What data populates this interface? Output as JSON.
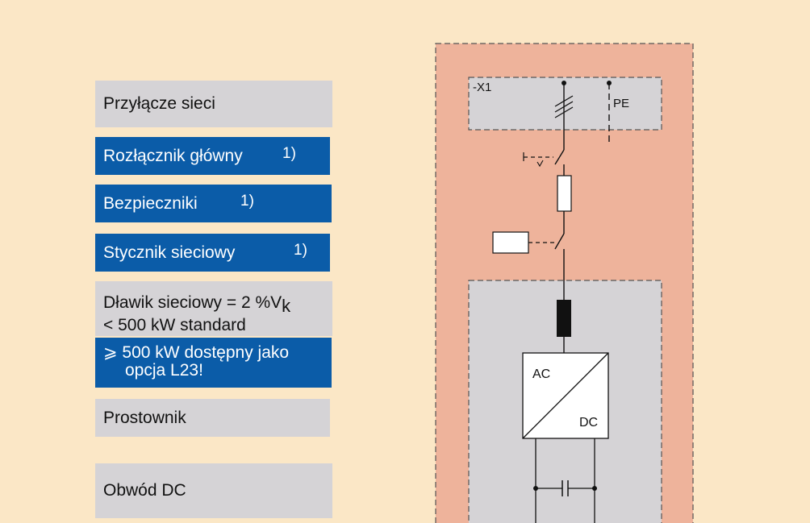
{
  "labels": {
    "mains_connection": "Przyłącze sieci",
    "main_switch": "Rozłącznik główny",
    "main_switch_note": "1)",
    "fuses": "Bezpieczniki",
    "fuses_note": "1)",
    "contactor": "Stycznik sieciowy",
    "contactor_note": "1)",
    "reactor_line1": "Dławik sieciowy",
    "reactor_value": "= 2 %V",
    "reactor_subscript": "k",
    "reactor_line2": "< 500 kW standard",
    "option_line1": "⩾ 500 kW dostępny jako",
    "option_line2": "opcja L23!",
    "rectifier": "Prostownik",
    "dc_circuit": "Obwód DC"
  },
  "diagram": {
    "terminal_label": "-X1",
    "pe_label": "PE",
    "converter_ac": "AC",
    "converter_dc": "DC"
  },
  "colors": {
    "background": "#fbe7c6",
    "cabinet": "#eeb39b",
    "grey_panel": "#d5d3d6",
    "blue_label": "#0b5ca8"
  }
}
